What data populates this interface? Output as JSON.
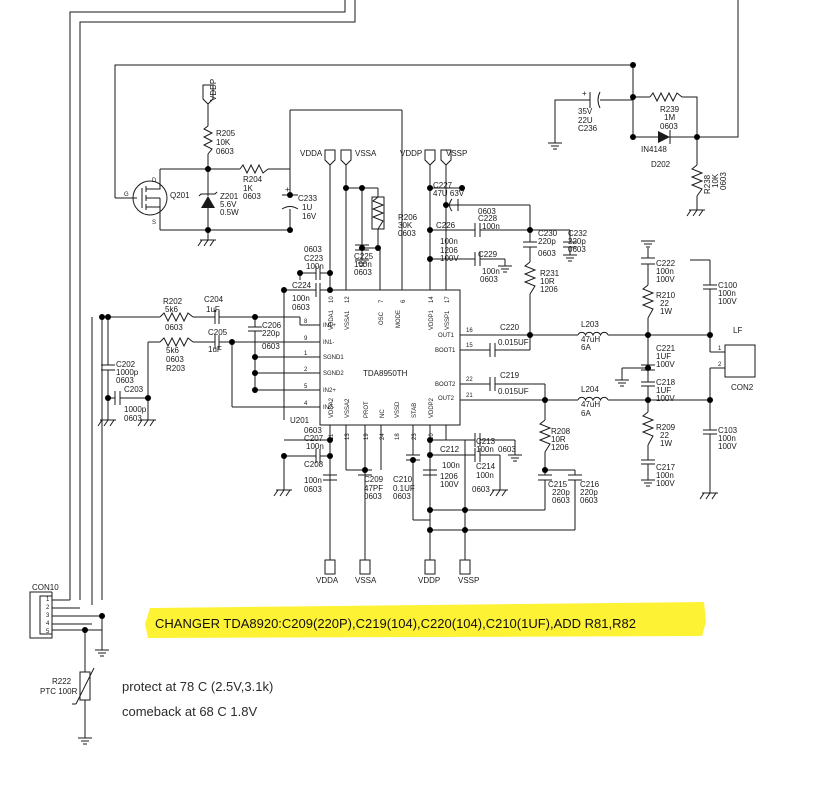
{
  "colors": {
    "highlight": "#fef234",
    "ink": "#1a1a1a"
  },
  "power_rails": [
    "VDDP",
    "VDDA",
    "VSSA",
    "VDDP",
    "VSSP",
    "VDDA",
    "VSSA",
    "VDDP",
    "VSSP"
  ],
  "ic": {
    "name": "TDA8950TH",
    "ref": "U201",
    "left_pins": [
      {
        "num": "8",
        "name": "IN1+"
      },
      {
        "num": "9",
        "name": "IN1-"
      },
      {
        "num": "1",
        "name": "SGND1"
      },
      {
        "num": "2",
        "name": "SGND2"
      },
      {
        "num": "5",
        "name": "IN2+"
      },
      {
        "num": "4",
        "name": "IN2-"
      }
    ],
    "top_pins": [
      {
        "num": "10",
        "name": "VDDA1"
      },
      {
        "num": "12",
        "name": "VSSA1"
      },
      {
        "num": "7",
        "name": "OSC"
      },
      {
        "num": "6",
        "name": "MODE"
      },
      {
        "num": "14",
        "name": "VDDP1"
      },
      {
        "num": "17",
        "name": "VSSP1"
      }
    ],
    "right_pins": [
      {
        "num": "16",
        "name": "OUT1"
      },
      {
        "num": "15",
        "name": "BOOT1"
      },
      {
        "num": "22",
        "name": "BOOT2"
      },
      {
        "num": "21",
        "name": "OUT2"
      }
    ],
    "bottom_pins": [
      {
        "num": "11",
        "name": "VDDA2"
      },
      {
        "num": "13",
        "name": "VSSA2"
      },
      {
        "num": "19",
        "name": "PROT"
      },
      {
        "num": "24",
        "name": "NC"
      },
      {
        "num": "18",
        "name": "VSSD"
      },
      {
        "num": "23",
        "name": "STAB"
      },
      {
        "num": "20",
        "name": "VDDP2"
      }
    ]
  },
  "components": {
    "r205": [
      "R205",
      "10K",
      "0603"
    ],
    "r204": [
      "R204",
      "1K",
      "0603"
    ],
    "q201": "Q201",
    "q_pins": [
      "G",
      "D",
      "S"
    ],
    "z201": [
      "Z201",
      "5.6V",
      "0.5W"
    ],
    "c233": [
      "C233",
      "1U",
      "16V"
    ],
    "c236": [
      "35V",
      "22U",
      "C236"
    ],
    "r239": [
      "R239",
      "1M",
      "0603"
    ],
    "d202": [
      "IN4148",
      "D202"
    ],
    "r238": [
      "R238",
      "10K",
      "0603"
    ],
    "c223": [
      "0603",
      "C223",
      "100n"
    ],
    "c224": [
      "C224",
      "100n",
      "0603"
    ],
    "c225": [
      "C225",
      "100n",
      "0603"
    ],
    "r206": [
      "R206",
      "30K",
      "0603"
    ],
    "c227": [
      "C227",
      "47U 63V",
      "0603"
    ],
    "c226": [
      "C226",
      "100n",
      "1206",
      "100V"
    ],
    "c228": [
      "C228",
      "100n"
    ],
    "c229": [
      "C229",
      "100n",
      "0603"
    ],
    "c230": [
      "C230",
      "220p",
      "0603"
    ],
    "c232": [
      "C232",
      "220p",
      "0603"
    ],
    "r231": [
      "R231",
      "10R",
      "1206"
    ],
    "r202": [
      "R202",
      "5k6",
      "0603"
    ],
    "r203": [
      "5k6",
      "0603",
      "R203"
    ],
    "c204": [
      "C204",
      "1uF"
    ],
    "c205": [
      "C205",
      "1uF"
    ],
    "c206": [
      "C206",
      "220p",
      "0603"
    ],
    "c202": [
      "C202",
      "1000p",
      "0603"
    ],
    "c203": [
      "C203",
      "1000p",
      "0603"
    ],
    "c220": [
      "C220",
      "0.015UF"
    ],
    "c219": [
      "C219",
      "0.015UF"
    ],
    "l203": [
      "L203",
      "47uH",
      "6A"
    ],
    "l204": [
      "L204",
      "47uH",
      "6A"
    ],
    "c222": [
      "C222",
      "100n",
      "100V"
    ],
    "r210": [
      "R210",
      "22",
      "1W"
    ],
    "c221": [
      "C221",
      "1UF",
      "100V"
    ],
    "c218": [
      "C218",
      "1UF",
      "100V"
    ],
    "r209": [
      "R209",
      "22",
      "1W"
    ],
    "c217": [
      "C217",
      "100n",
      "100V"
    ],
    "c100": [
      "C100",
      "100n",
      "100V"
    ],
    "c103": [
      "C103",
      "100n",
      "100V"
    ],
    "lf": "LF",
    "con2": "CON2",
    "con2_pins": [
      "1",
      "2"
    ],
    "c207": [
      "0603",
      "C207",
      "100n"
    ],
    "c208": [
      "C208",
      "100n",
      "0603"
    ],
    "c209": [
      "C209",
      "47PF",
      "0603"
    ],
    "c210": [
      "C210",
      "0.1UF",
      "0603"
    ],
    "c212": [
      "C212",
      "100n",
      "1206",
      "100V"
    ],
    "c213": [
      "C213",
      "100n",
      "0603"
    ],
    "c214": [
      "C214",
      "100n",
      "0603"
    ],
    "r208": [
      "R208",
      "10R",
      "1206"
    ],
    "c215": [
      "C215",
      "220p",
      "0603"
    ],
    "c216": [
      "C216",
      "220p",
      "0603"
    ],
    "con10": "CON10",
    "con10_pins": [
      "1",
      "2",
      "3",
      "4",
      "5"
    ],
    "r222": [
      "R222",
      "PTC 100R"
    ]
  },
  "change_note": "CHANGER TDA8920:C209(220P),C219(104),C220(104),C210(1UF),ADD R81,R82",
  "protect_notes": [
    "protect at 78 C (2.5V,3.1k)",
    "comeback at 68 C 1.8V"
  ]
}
